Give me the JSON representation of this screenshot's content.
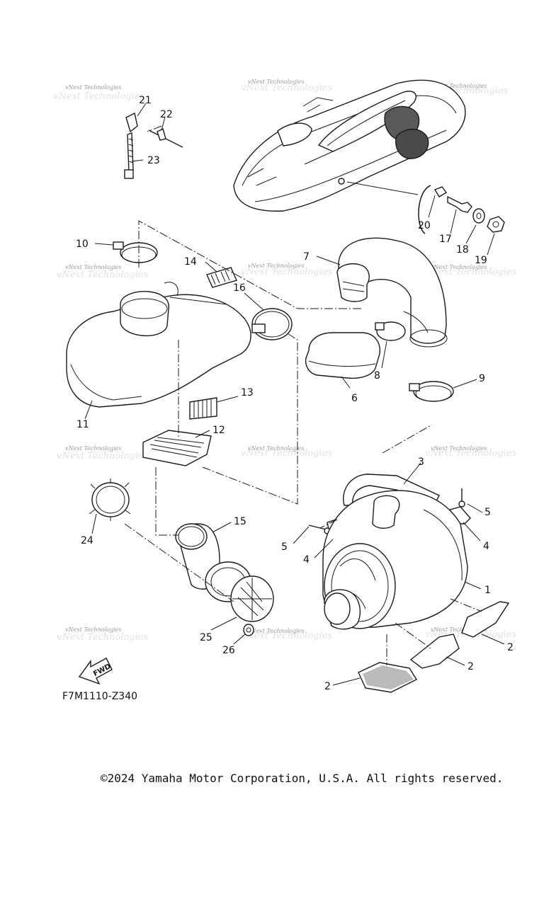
{
  "diagram": {
    "code": "F7M1110-Z340",
    "fwd_label": "FWD",
    "watermark": "vNext Technologies",
    "copyright": "©2024 Yamaha Motor Corporation, U.S.A. All rights reserved."
  },
  "callouts": {
    "p1": "1",
    "p2a": "2",
    "p2b": "2",
    "p2c": "2",
    "p3": "3",
    "p4a": "4",
    "p4b": "4",
    "p5a": "5",
    "p5b": "5",
    "p6": "6",
    "p7": "7",
    "p8": "8",
    "p9": "9",
    "p10": "10",
    "p11": "11",
    "p12": "12",
    "p13": "13",
    "p14": "14",
    "p15": "15",
    "p16": "16",
    "p17": "17",
    "p18": "18",
    "p19": "19",
    "p20": "20",
    "p21": "21",
    "p22": "22",
    "p23": "23",
    "p24": "24",
    "p25": "25",
    "p26": "26"
  }
}
